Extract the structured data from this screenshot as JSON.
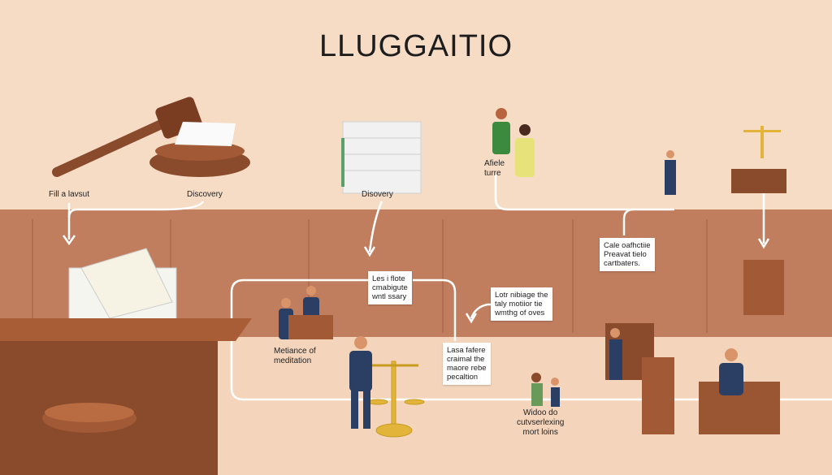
{
  "title": "LLUGGAITIO",
  "colors": {
    "background_top": "#f7dcc5",
    "wall": "#c07e5f",
    "floor": "#f4d5bc",
    "wood": "#8a4a2c",
    "connector": "#ffffff",
    "suit": "#2a3f63",
    "gold": "#e2b53a"
  },
  "steps": {
    "file_lawsuit": "Fill a lavsut",
    "discovery_left": "Discovery",
    "discovery_center": "Disovery",
    "affiliate": [
      "Afiele",
      "turre"
    ],
    "case_box": [
      "Cale oafhctiie",
      "Preavat tielo",
      "cartbaters."
    ],
    "less_box": [
      "Les i flote",
      "cmabigute",
      "wntl ssary"
    ],
    "motion_box": [
      "Lotr nibiage the",
      "taly motiior tie",
      "wmthg of oves"
    ],
    "mediation": [
      "Metiance of",
      "meditation"
    ],
    "criminal_box": [
      "Lasa fafere",
      "craimal the",
      "maore rebe",
      "pecaltion"
    ],
    "widow": [
      "Widoo do",
      "cutvserlexing",
      "mort loins"
    ]
  },
  "icons": [
    "gavel-icon",
    "document-stack-icon",
    "scales-of-justice-icon",
    "person-icon",
    "courtroom-bench-icon"
  ]
}
